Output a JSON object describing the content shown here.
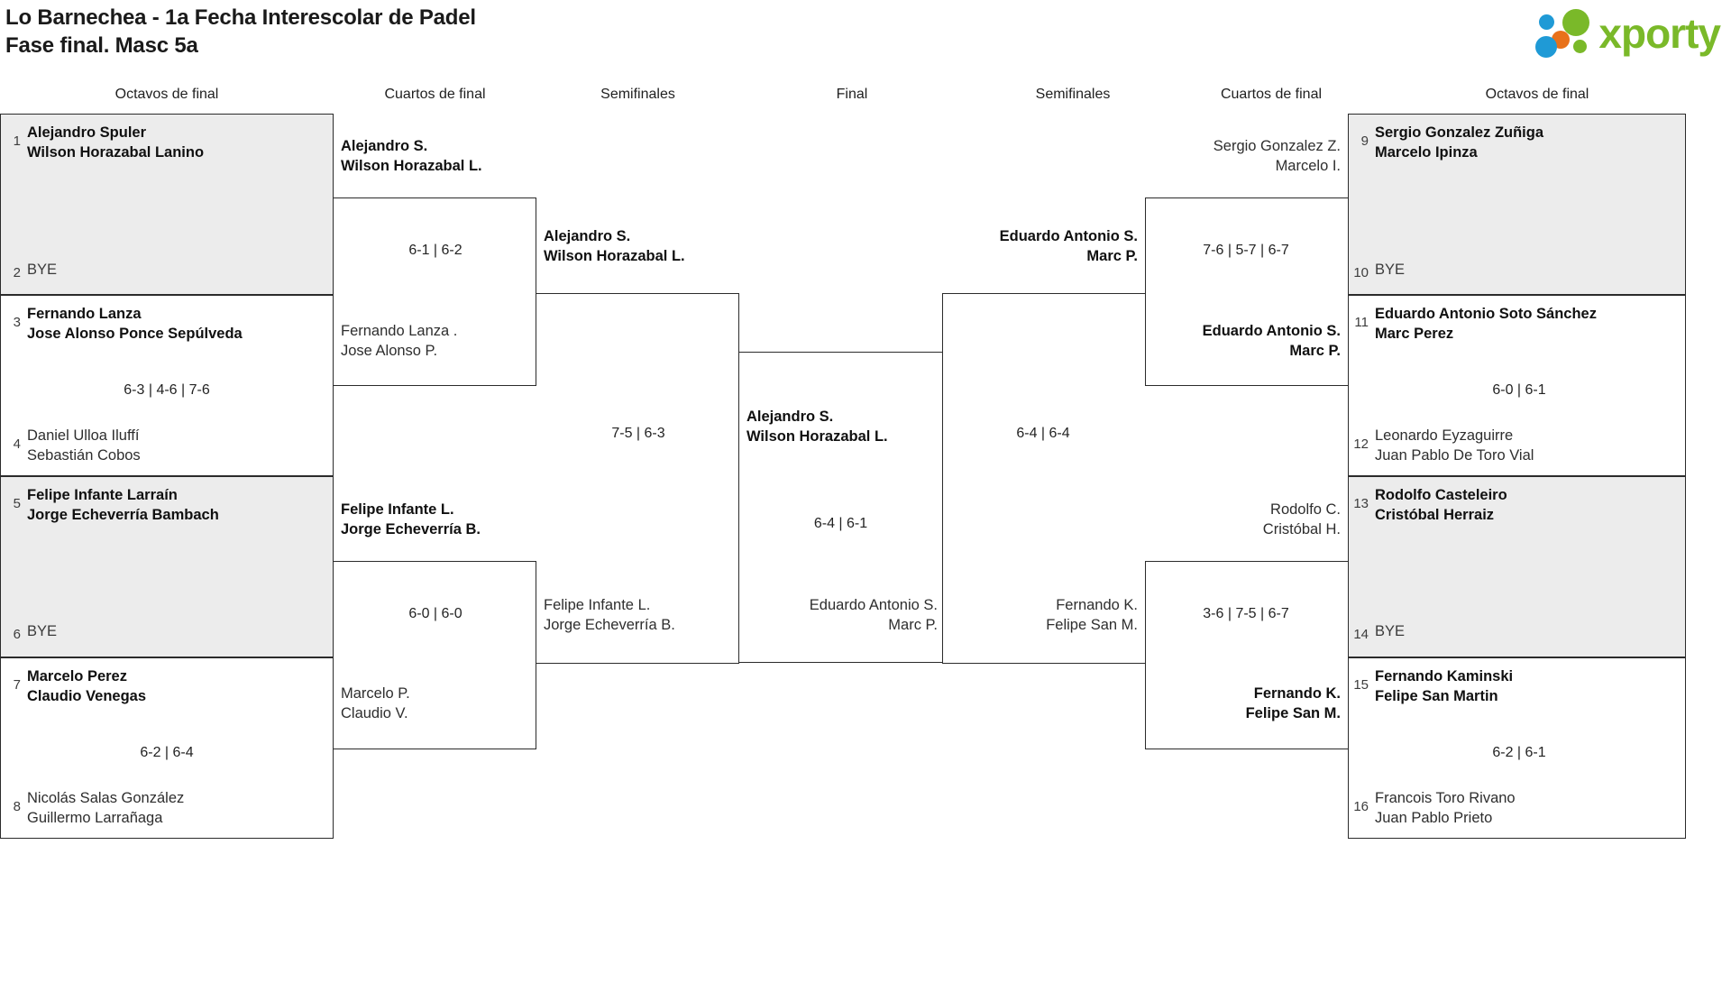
{
  "header": {
    "title_line1": "Lo Barnechea - 1a Fecha Interescolar de Padel",
    "title_line2": "Fase final. Masc 5a",
    "logo_text": "xporty",
    "logo_colors": {
      "blue": "#1f9ad6",
      "orange": "#e8711a",
      "green": "#7ab929"
    }
  },
  "round_headers": {
    "r1_left": "Octavos de final",
    "r2_left": "Cuartos de final",
    "r3_left": "Semifinales",
    "final": "Final",
    "r3_right": "Semifinales",
    "r2_right": "Cuartos de final",
    "r1_right": "Octavos de final"
  },
  "bye_label": "BYE",
  "left": {
    "r16": [
      {
        "seed": "1",
        "p1": "Alejandro Spuler",
        "p2": "Wilson Horazabal Lanino",
        "result": "win"
      },
      {
        "seed": "2",
        "p1": "BYE",
        "p2": "",
        "result": "bye"
      },
      {
        "seed": "3",
        "p1": "Fernando Lanza",
        "p2": "Jose Alonso Ponce Sepúlveda",
        "result": "win"
      },
      {
        "seed": "4",
        "p1": "Daniel Ulloa Iluffí",
        "p2": "Sebastián Cobos",
        "result": "lose"
      },
      {
        "seed": "5",
        "p1": "Felipe Infante Larraín",
        "p2": "Jorge Echeverría Bambach",
        "result": "win"
      },
      {
        "seed": "6",
        "p1": "BYE",
        "p2": "",
        "result": "bye"
      },
      {
        "seed": "7",
        "p1": "Marcelo Perez",
        "p2": "Claudio Venegas",
        "result": "win"
      },
      {
        "seed": "8",
        "p1": "Nicolás Salas González",
        "p2": "Guillermo Larrañaga",
        "result": "lose"
      }
    ],
    "r16_scores": [
      "",
      "6-3 | 4-6 | 7-6",
      "",
      "6-2 | 6-4"
    ],
    "qf": [
      {
        "p1": "Alejandro S.",
        "p2": "Wilson Horazabal L.",
        "result": "win"
      },
      {
        "p1": "Fernando Lanza .",
        "p2": "Jose Alonso P.",
        "result": "lose"
      },
      {
        "p1": "Felipe Infante L.",
        "p2": "Jorge Echeverría B.",
        "result": "win"
      },
      {
        "p1": "Marcelo P.",
        "p2": "Claudio V.",
        "result": "lose"
      }
    ],
    "qf_scores": [
      "6-1 | 6-2",
      "6-0 | 6-0"
    ],
    "sf": [
      {
        "p1": "Alejandro S.",
        "p2": "Wilson Horazabal L.",
        "result": "win"
      },
      {
        "p1": "Felipe Infante L.",
        "p2": "Jorge Echeverría B.",
        "result": "lose"
      }
    ],
    "sf_scores": [
      "7-5 | 6-3"
    ]
  },
  "final": {
    "top": {
      "p1": "Alejandro S.",
      "p2": "Wilson Horazabal L.",
      "result": "win"
    },
    "bottom": {
      "p1": "Eduardo Antonio S.",
      "p2": "Marc P.",
      "result": "lose"
    },
    "score": "6-4 | 6-1"
  },
  "right": {
    "sf": [
      {
        "p1": "Eduardo Antonio S.",
        "p2": "Marc P.",
        "result": "win"
      },
      {
        "p1": "Fernando K.",
        "p2": "Felipe San M.",
        "result": "lose"
      }
    ],
    "sf_scores": [
      "6-4 | 6-4"
    ],
    "qf": [
      {
        "p1": "Sergio Gonzalez Z.",
        "p2": "Marcelo I.",
        "result": "lose"
      },
      {
        "p1": "Eduardo Antonio S.",
        "p2": "Marc P.",
        "result": "win"
      },
      {
        "p1": "Rodolfo C.",
        "p2": "Cristóbal H.",
        "result": "lose"
      },
      {
        "p1": "Fernando K.",
        "p2": "Felipe San M.",
        "result": "win"
      }
    ],
    "qf_scores": [
      "7-6 | 5-7 | 6-7",
      "3-6 | 7-5 | 6-7"
    ],
    "r16": [
      {
        "seed": "9",
        "p1": "Sergio Gonzalez Zuñiga",
        "p2": "Marcelo Ipinza",
        "result": "win"
      },
      {
        "seed": "10",
        "p1": "BYE",
        "p2": "",
        "result": "bye"
      },
      {
        "seed": "11",
        "p1": "Eduardo Antonio Soto Sánchez",
        "p2": "Marc Perez",
        "result": "win"
      },
      {
        "seed": "12",
        "p1": "Leonardo Eyzaguirre",
        "p2": "Juan Pablo De Toro Vial",
        "result": "lose"
      },
      {
        "seed": "13",
        "p1": "Rodolfo Casteleiro",
        "p2": "Cristóbal Herraiz",
        "result": "win"
      },
      {
        "seed": "14",
        "p1": "BYE",
        "p2": "",
        "result": "bye"
      },
      {
        "seed": "15",
        "p1": "Fernando Kaminski",
        "p2": "Felipe San Martin",
        "result": "win"
      },
      {
        "seed": "16",
        "p1": "Francois Toro Rivano",
        "p2": "Juan Pablo Prieto",
        "result": "lose"
      }
    ],
    "r16_scores": [
      "",
      "6-0 | 6-1",
      "",
      "6-2 | 6-1"
    ]
  }
}
